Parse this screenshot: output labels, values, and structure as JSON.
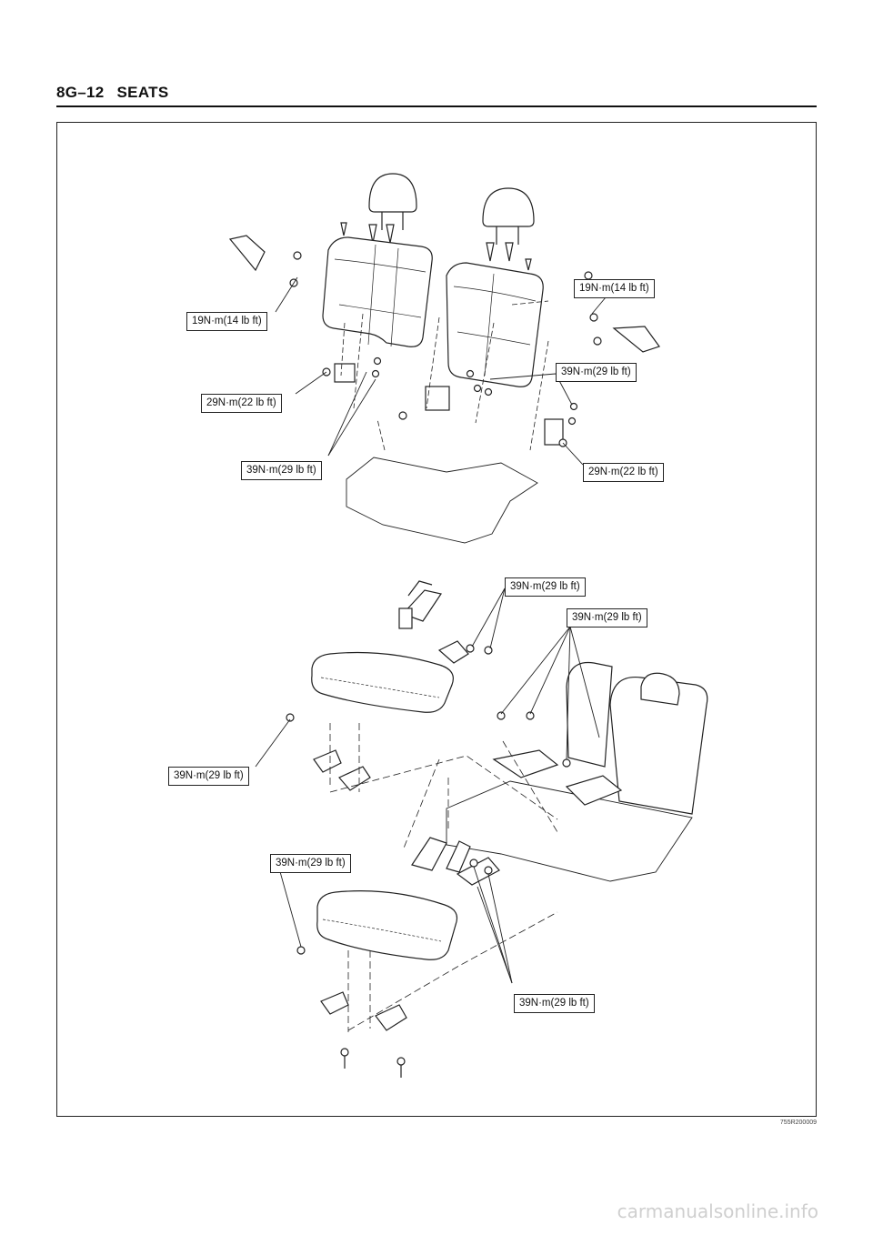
{
  "header": {
    "page_number": "8G–12",
    "section_title": "SEATS"
  },
  "callouts": {
    "c1": "19N·m(14 lb ft)",
    "c2": "19N·m(14 lb ft)",
    "c3": "39N·m(29 lb ft)",
    "c4": "29N·m(22 lb ft)",
    "c5": "39N·m(29 lb ft)",
    "c6": "29N·m(22 lb ft)",
    "c7": "39N·m(29 lb ft)",
    "c8": "39N·m(29 lb ft)",
    "c9": "39N·m(29 lb ft)",
    "c10": "39N·m(29 lb ft)",
    "c11": "39N·m(29 lb ft)"
  },
  "figure_code": "755R200009",
  "watermark": "carmanualsonline.info"
}
